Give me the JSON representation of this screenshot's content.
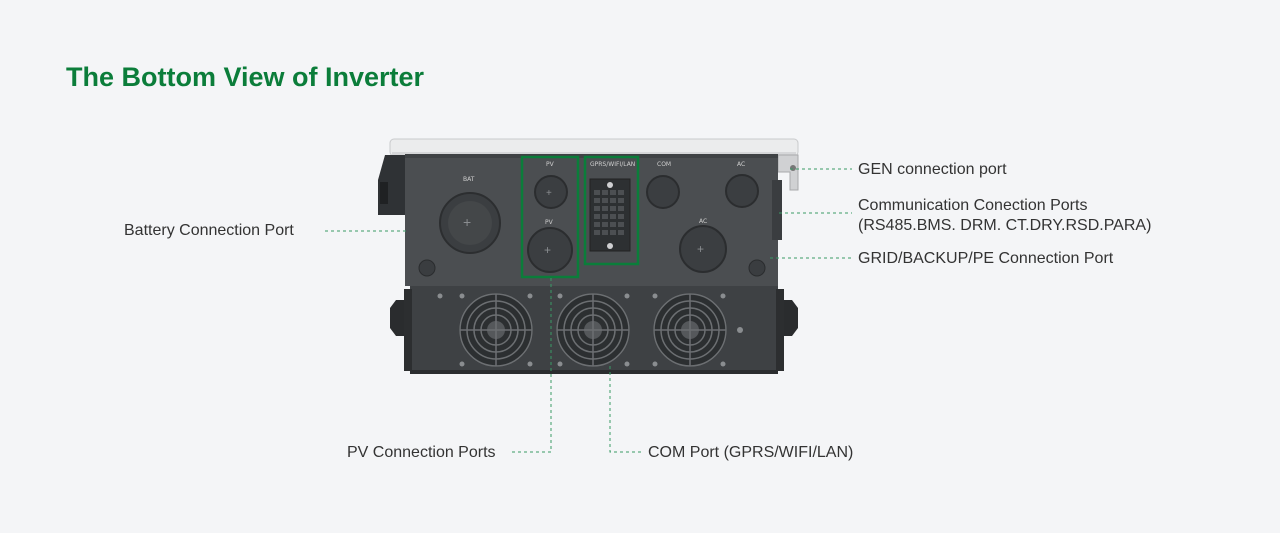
{
  "title": "The Bottom View of Inverter",
  "device_markings": {
    "bat": "BAT",
    "pv_top": "PV",
    "pv_bottom": "PV",
    "gprs": "GPRS/WIFI/LAN",
    "com": "COM",
    "ac_top": "AC",
    "ac_bottom": "AC"
  },
  "callouts": {
    "battery": "Battery  Connection Port",
    "gen": "GEN connection port",
    "communication_line1": "Communication Conection Ports",
    "communication_line2": "(RS485.BMS. DRM. CT.DRY.RSD.PARA)",
    "grid": "GRID/BACKUP/PE Connection Port",
    "pv": "PV Connection Ports",
    "com_port": "COM Port (GPRS/WIFI/LAN)"
  },
  "colors": {
    "title": "#0b7d3a",
    "highlight_box": "#0b7d3a",
    "leader_line": "#3a9a66",
    "body_dark": "#4a4d50",
    "fan_tray": "#3d4043",
    "top_cover": "#e9eaeb"
  }
}
